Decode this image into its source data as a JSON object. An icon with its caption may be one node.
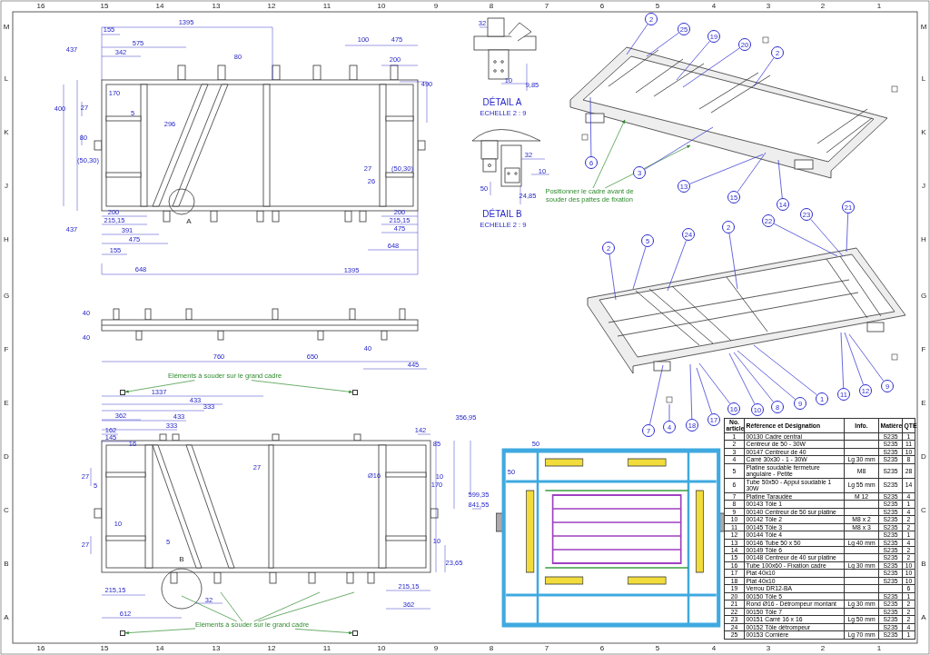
{
  "diagram": {
    "nodes": [
      {
        "text": [
          "Positionner le cadre avant de souder des pattes de fixation"
        ]
      },
      {
        "text": [
          "Eléments à souder sur le grand cadre"
        ]
      },
      {
        "text": [
          "Eléments à souder sur le grand cadre"
        ]
      },
      {
        "text": [
          "2"
        ]
      },
      {
        "text": [
          "25"
        ]
      },
      {
        "text": [
          "19"
        ]
      },
      {
        "text": [
          "20"
        ]
      },
      {
        "text": [
          "2"
        ]
      },
      {
        "text": [
          "6"
        ]
      },
      {
        "text": [
          "3"
        ]
      },
      {
        "text": [
          "13"
        ]
      },
      {
        "text": [
          "15"
        ]
      },
      {
        "text": [
          "14"
        ]
      },
      {
        "text": [
          "22"
        ]
      },
      {
        "text": [
          "23"
        ]
      },
      {
        "text": [
          "21"
        ]
      },
      {
        "text": [
          "2"
        ]
      },
      {
        "text": [
          "5"
        ]
      },
      {
        "text": [
          "24"
        ]
      },
      {
        "text": [
          "2"
        ]
      },
      {
        "text": [
          "7"
        ]
      },
      {
        "text": [
          "4"
        ]
      },
      {
        "text": [
          "18"
        ]
      },
      {
        "text": [
          "17"
        ]
      },
      {
        "text": [
          "16"
        ]
      },
      {
        "text": [
          "10"
        ]
      },
      {
        "text": [
          "8"
        ]
      },
      {
        "text": [
          "9"
        ]
      },
      {
        "text": [
          "1"
        ]
      },
      {
        "text": [
          "11"
        ]
      },
      {
        "text": [
          "12"
        ]
      },
      {
        "text": [
          "9"
        ]
      },
      {
        "text": [],
        "shape": "box"
      },
      {
        "text": [],
        "shape": "box"
      },
      {
        "text": [],
        "shape": "box"
      },
      {
        "text": [],
        "shape": "box"
      }
    ],
    "edges": [
      {
        "from": 0,
        "to": null,
        "arrow": "to",
        "color": "#2e8b2e"
      },
      {
        "from": 0,
        "to": null,
        "arrow": "to",
        "color": "#2e8b2e"
      },
      {
        "from": 1,
        "to": 32,
        "arrow": "to",
        "color": "#2e8b2e"
      },
      {
        "from": 1,
        "to": 33,
        "arrow": "to",
        "color": "#2e8b2e"
      },
      {
        "from": 2,
        "to": 34,
        "arrow": "to",
        "color": "#2e8b2e"
      },
      {
        "from": 2,
        "to": 35,
        "arrow": "to",
        "color": "#2e8b2e"
      },
      {
        "from": 2,
        "to": null,
        "arrow": "none",
        "color": "#2e8b2e"
      },
      {
        "from": 2,
        "to": null,
        "arrow": "none",
        "color": "#2e8b2e"
      },
      {
        "from": 2,
        "to": null,
        "arrow": "none",
        "color": "#2e8b2e"
      },
      {
        "from": 2,
        "to": null,
        "arrow": "none",
        "color": "#2e8b2e"
      },
      {
        "from": 3,
        "to": null,
        "arrow": "none"
      },
      {
        "from": 4,
        "to": null,
        "arrow": "none"
      },
      {
        "from": 5,
        "to": null,
        "arrow": "none"
      },
      {
        "from": 6,
        "to": null,
        "arrow": "none"
      },
      {
        "from": 7,
        "to": null,
        "arrow": "none"
      },
      {
        "from": 8,
        "to": null,
        "arrow": "none"
      },
      {
        "from": 9,
        "to": null,
        "arrow": "none"
      },
      {
        "from": 10,
        "to": null,
        "arrow": "none"
      },
      {
        "from": 11,
        "to": null,
        "arrow": "none"
      },
      {
        "from": 12,
        "to": null,
        "arrow": "none"
      },
      {
        "from": 13,
        "to": null,
        "arrow": "none"
      },
      {
        "from": 14,
        "to": null,
        "arrow": "none"
      },
      {
        "from": 15,
        "to": null,
        "arrow": "none"
      },
      {
        "from": 16,
        "to": null,
        "arrow": "none"
      },
      {
        "from": 17,
        "to": null,
        "arrow": "none"
      },
      {
        "from": 18,
        "to": null,
        "arrow": "none"
      },
      {
        "from": 19,
        "to": null,
        "arrow": "none"
      },
      {
        "from": 20,
        "to": null,
        "arrow": "none"
      },
      {
        "from": 21,
        "to": null,
        "arrow": "none"
      },
      {
        "from": 22,
        "to": null,
        "arrow": "none"
      },
      {
        "from": 23,
        "to": null,
        "arrow": "none"
      },
      {
        "from": 24,
        "to": null,
        "arrow": "none"
      },
      {
        "from": 25,
        "to": null,
        "arrow": "none"
      },
      {
        "from": 26,
        "to": null,
        "arrow": "none"
      },
      {
        "from": 27,
        "to": null,
        "arrow": "none"
      },
      {
        "from": 28,
        "to": null,
        "arrow": "none"
      },
      {
        "from": 29,
        "to": null,
        "arrow": "none"
      },
      {
        "from": 30,
        "to": null,
        "arrow": "none"
      },
      {
        "from": 31,
        "to": null,
        "arrow": "none"
      }
    ],
    "labels": [
      "16",
      "15",
      "14",
      "13",
      "12",
      "11",
      "10",
      "9",
      "8",
      "7",
      "6",
      "5",
      "4",
      "3",
      "2",
      "1",
      "M",
      "L",
      "K",
      "J",
      "H",
      "G",
      "F",
      "E",
      "D",
      "C",
      "B",
      "A",
      "M",
      "L",
      "K",
      "J",
      "H",
      "G",
      "F",
      "E",
      "D",
      "C",
      "B",
      "A",
      "16",
      "15",
      "14",
      "13",
      "12",
      "11",
      "10",
      "9",
      "8",
      "7",
      "6",
      "5",
      "4",
      "3",
      "2",
      "1",
      "155",
      "1395",
      "575",
      "342",
      "100",
      "475",
      "80",
      "200",
      "437",
      "400",
      "490",
      "170",
      "5",
      "27",
      "296",
      "80",
      "(50,30)",
      "27",
      "(50,30)",
      "26",
      "A",
      "200",
      "215,15",
      "391",
      "475",
      "437",
      "155",
      "648",
      "200",
      "215,15",
      "475",
      "648",
      "1395",
      "32",
      "10",
      "9,85",
      "DÉTAIL A",
      "ECHELLE 2 : 9",
      "32",
      "10",
      "50",
      "24,85",
      "DÉTAIL B",
      "ECHELLE 2 : 9",
      "40",
      "40",
      "760",
      "650",
      "40",
      "445",
      "1337",
      "433",
      "333",
      "362",
      "433",
      "333",
      "162",
      "145",
      "16",
      "27",
      "Ø16",
      "142",
      "85",
      "10",
      "170",
      "356,95",
      "599,35",
      "841,55",
      "27",
      "5",
      "10",
      "27",
      "5",
      "10",
      "B",
      "23,65",
      "215,15",
      "32",
      "215,15",
      "612",
      "362",
      "50",
      "50",
      "No. article",
      "Référence et Désignation",
      "Info.",
      "Matière",
      "QTE",
      "1",
      "00130 Cadre central",
      "S235",
      "1",
      "2",
      "Centreur de 50 - 30W",
      "S235",
      "11",
      "3",
      "00147 Centreur de 40",
      "S235",
      "10",
      "4",
      "Carré 30x30 - 1 - 30W",
      "Lg 30 mm",
      "S235",
      "8",
      "5",
      "Platine soudable fermeture angulaire - Petite",
      "M8",
      "S235",
      "28",
      "6",
      "Tube 50x50 - Appui soudable 1 30W",
      "Lg 55 mm",
      "S235",
      "14",
      "7",
      "Platine Taraudée",
      "M 12",
      "S235",
      "4",
      "8",
      "00143 Tôle 1",
      "S235",
      "1",
      "9",
      "00140 Centreur de 50 sur platine",
      "S235",
      "4",
      "10",
      "00142 Tôle 2",
      "M8 x 2",
      "S235",
      "2",
      "11",
      "00145 Tôle 3",
      "M8 x 3",
      "S235",
      "2",
      "12",
      "00144 Tôle 4",
      "S235",
      "1",
      "13",
      "00146 Tube 50 x 50",
      "Lg 40 mm",
      "S235",
      "4",
      "14",
      "00149 Tôle 6",
      "S235",
      "2",
      "15",
      "00148 Centreur de 40 sur platine",
      "S235",
      "2",
      "16",
      "Tube 100x60 - Fixation cadre",
      "Lg 30 mm",
      "S235",
      "10",
      "17",
      "Plat 40x10",
      "S235",
      "10",
      "18",
      "Plat 40x10",
      "S235",
      "10",
      "19",
      "Verrou DR12-BA",
      "6",
      "20",
      "00150 Tôle 5",
      "S235",
      "1",
      "21",
      "Rond Ø16 - Détrompeur montant",
      "Lg 30 mm",
      "S235",
      "2",
      "22",
      "00150 Tôle 7",
      "S235",
      "2",
      "23",
      "00151 Carré 16 x 16",
      "Lg 50 mm",
      "S235",
      "2",
      "24",
      "00152 Tôle détrompeur",
      "S235",
      "4",
      "25",
      "00153 Cornière",
      "Lg 70 mm",
      "S235",
      "1"
    ]
  }
}
